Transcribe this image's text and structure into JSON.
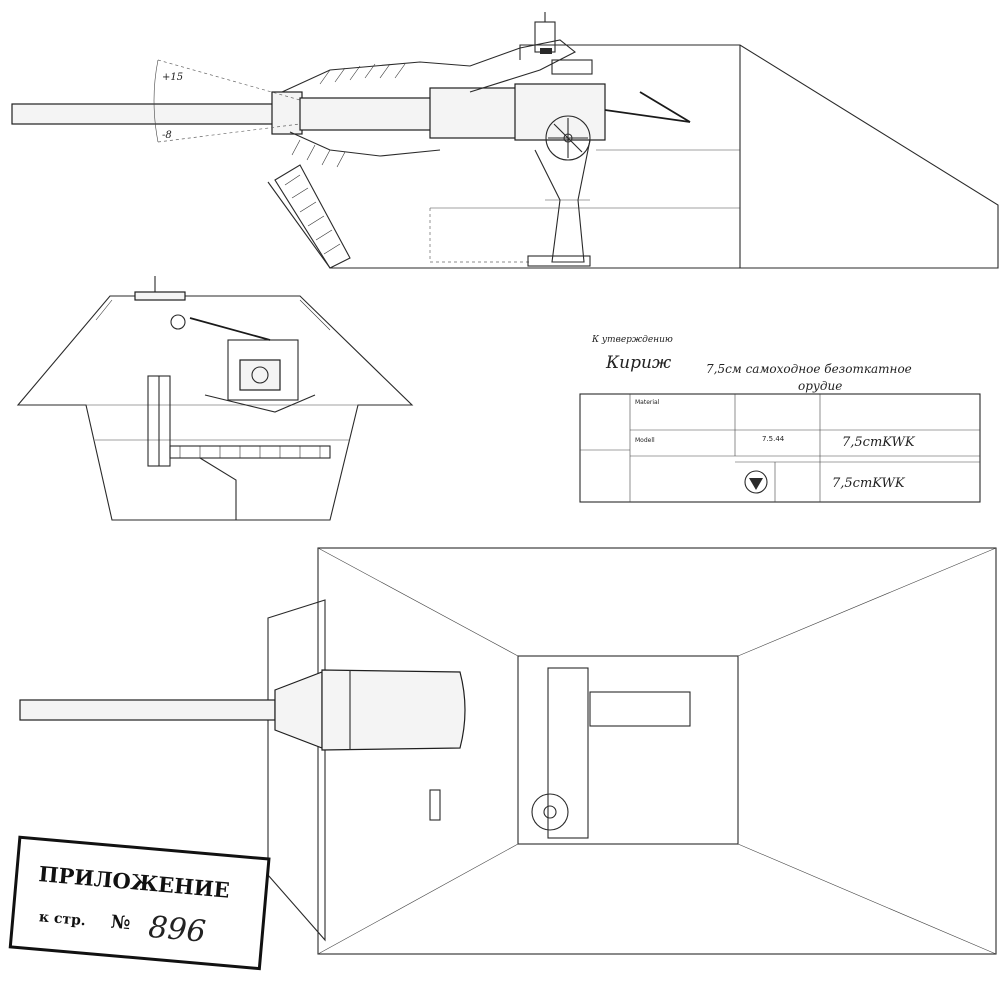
{
  "angles": {
    "elevation": "+15",
    "depression": "-8"
  },
  "approval": {
    "label": "К утверждению",
    "signature": "Кириж"
  },
  "title_note": {
    "line1": "7,5см самоходное безоткатное",
    "line2": "орудие"
  },
  "title_block": {
    "material_label": "Material",
    "model_label": "Modell",
    "date_value": "7.5.44",
    "gun_code": "7,5cmKWK",
    "gun_code_2": "7,5cmKWK"
  },
  "stamp": {
    "header": "ПРИЛОЖЕНИЕ",
    "prefix": "к стр.",
    "number_sign": "№",
    "number": "896"
  }
}
